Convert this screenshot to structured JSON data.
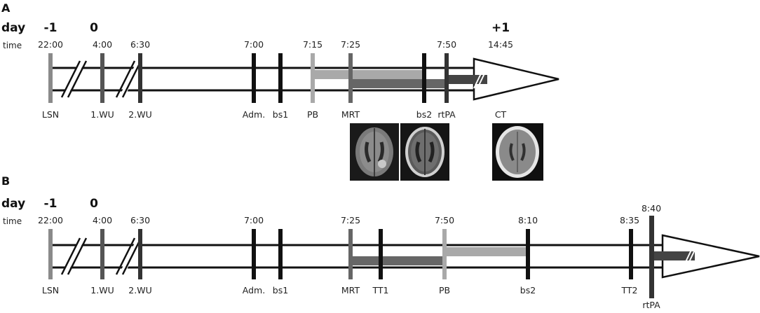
{
  "panels": [
    {
      "label": "A",
      "day_label": "day",
      "time_label": "time",
      "days": [
        {
          "text": "-1",
          "at": 72
        },
        {
          "text": "0",
          "at": 134
        },
        {
          "text": "+1",
          "at": 714
        }
      ],
      "times": [
        {
          "text": "22:00",
          "at": 72
        },
        {
          "text": "4:00",
          "at": 146
        },
        {
          "text": "6:30",
          "at": 200
        },
        {
          "text": "7:00",
          "at": 362
        },
        {
          "text": "7:15",
          "at": 446
        },
        {
          "text": "7:25",
          "at": 500
        },
        {
          "text": "7:50",
          "at": 637
        },
        {
          "text": "14:45",
          "at": 714
        }
      ],
      "events": [
        {
          "text": "LSN",
          "at": 72,
          "color": "#8a8a8a"
        },
        {
          "text": "1.WU",
          "at": 146,
          "color": "#555555"
        },
        {
          "text": "2.WU",
          "at": 200,
          "color": "#333333"
        },
        {
          "text": "Adm.",
          "at": 362,
          "color": "#111111"
        },
        {
          "text": "bs1",
          "at": 400,
          "color": "#111111"
        },
        {
          "text": "PB",
          "at": 446,
          "color": "#a9a9a9"
        },
        {
          "text": "MRT",
          "at": 500,
          "color": "#666666"
        },
        {
          "text": "bs2",
          "at": 605,
          "color": "#111111"
        },
        {
          "text": "rtPA",
          "at": 637,
          "color": "#333333"
        }
      ],
      "annotation": {
        "text": "CT",
        "at": 714
      }
    },
    {
      "label": "B",
      "day_label": "day",
      "time_label": "time",
      "days": [
        {
          "text": "-1",
          "at": 72
        },
        {
          "text": "0",
          "at": 134
        }
      ],
      "times": [
        {
          "text": "22:00",
          "at": 72
        },
        {
          "text": "4:00",
          "at": 146
        },
        {
          "text": "6:30",
          "at": 200
        },
        {
          "text": "7:00",
          "at": 362
        },
        {
          "text": "7:25",
          "at": 500
        },
        {
          "text": "7:50",
          "at": 634
        },
        {
          "text": "8:10",
          "at": 753
        },
        {
          "text": "8:35",
          "at": 900
        },
        {
          "text": "8:40",
          "at": 929
        }
      ],
      "events": [
        {
          "text": "LSN",
          "at": 72,
          "color": "#8a8a8a"
        },
        {
          "text": "1.WU",
          "at": 146,
          "color": "#555555"
        },
        {
          "text": "2.WU",
          "at": 200,
          "color": "#333333"
        },
        {
          "text": "Adm.",
          "at": 362,
          "color": "#111111"
        },
        {
          "text": "bs1",
          "at": 400,
          "color": "#111111"
        },
        {
          "text": "MRT",
          "at": 500,
          "color": "#666666"
        },
        {
          "text": "TT1",
          "at": 543,
          "color": "#111111"
        },
        {
          "text": "PB",
          "at": 634,
          "color": "#a9a9a9"
        },
        {
          "text": "bs2",
          "at": 753,
          "color": "#111111"
        },
        {
          "text": "TT2",
          "at": 900,
          "color": "#111111"
        },
        {
          "text": "rtPA",
          "at": 929,
          "color": "#333333"
        }
      ]
    }
  ]
}
